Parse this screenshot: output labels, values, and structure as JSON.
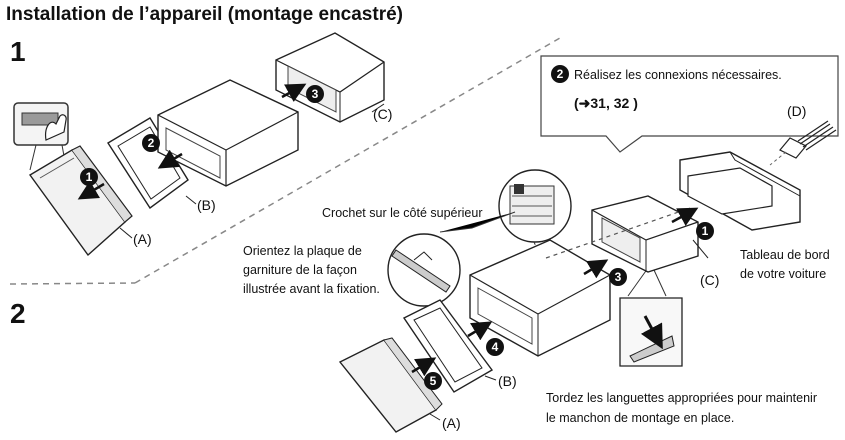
{
  "title": "Installation de l’appareil (montage encastré)",
  "steps": {
    "one": "1",
    "two": "2"
  },
  "parts": {
    "a": "(A)",
    "b": "(B)",
    "c": "(C)",
    "d": "(D)"
  },
  "badges": [
    "1",
    "2",
    "3",
    "4",
    "5"
  ],
  "callouts": {
    "connections_line1": "Réalisez les connexions nécessaires.",
    "connections_ref": "(➜31, 32 )",
    "hook": "Crochet sur le côté supérieur",
    "orient_1": "Orientez la plaque de",
    "orient_2": "garniture de la façon",
    "orient_3": "illustrée avant la fixation.",
    "dash_1": "Tableau de bord",
    "dash_2": "de votre voiture",
    "twist_1": "Tordez les languettes appropriées pour maintenir",
    "twist_2": "le manchon de montage en place."
  }
}
